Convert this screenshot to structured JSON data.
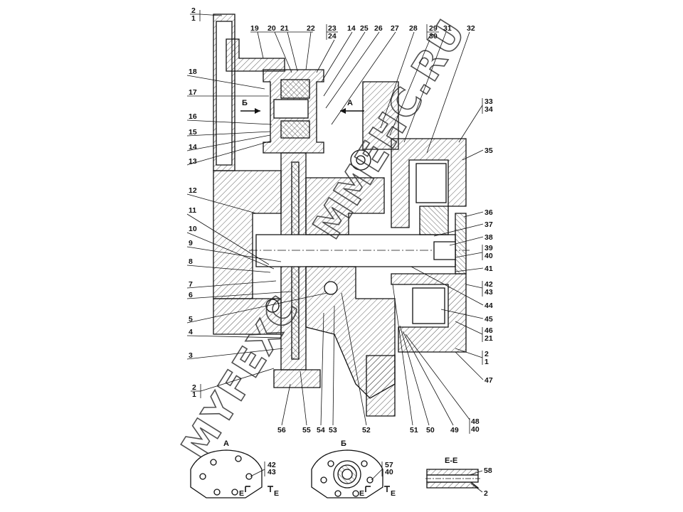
{
  "drawing": {
    "callouts_top": [
      "19",
      "20",
      "21",
      "22",
      "23",
      "24",
      "14",
      "25",
      "26",
      "27",
      "28",
      "29",
      "30",
      "31",
      "32"
    ],
    "callouts_left": [
      "18",
      "17",
      "16",
      "15",
      "14",
      "13",
      "12",
      "11",
      "10",
      "9",
      "8",
      "7",
      "6",
      "5",
      "4",
      "3",
      "2",
      "1"
    ],
    "callouts_right": [
      "33",
      "34",
      "35",
      "36",
      "37",
      "38",
      "39",
      "40",
      "41",
      "42",
      "43",
      "44",
      "45",
      "46",
      "21",
      "2",
      "1",
      "47"
    ],
    "callouts_bottom": [
      "56",
      "55",
      "54",
      "53",
      "52",
      "51",
      "50",
      "49",
      "48",
      "40"
    ],
    "corner_callout": [
      "2",
      "1"
    ],
    "direction_a": "А",
    "direction_b": "Б",
    "views": [
      {
        "title": "А",
        "callouts": [
          "42",
          "43"
        ],
        "section": "Е"
      },
      {
        "title": "Б",
        "callouts": [
          "57",
          "40"
        ],
        "section": "Е"
      },
      {
        "title": "Е-Е",
        "callouts": [
          "58",
          "2"
        ]
      }
    ],
    "watermark": "MYFEXC MMEHC.RU"
  }
}
